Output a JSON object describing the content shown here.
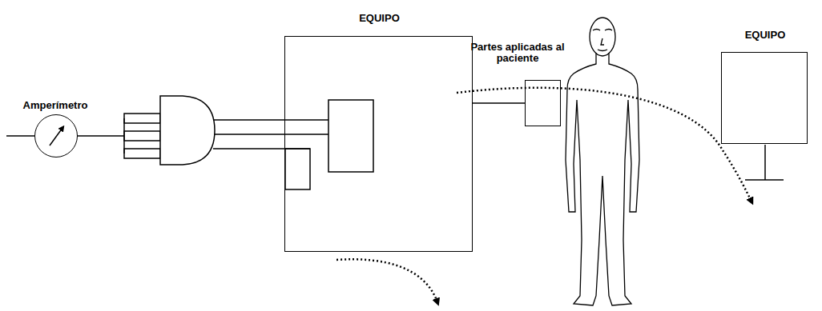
{
  "diagram": {
    "nodes": [
      {
        "text": [
          "EQUIPO"
        ]
      },
      {
        "text": [
          "Partes aplicadas al paciente"
        ]
      },
      {
        "text": [
          "EQUIPO"
        ]
      },
      {
        "text": [
          "Amperímetro"
        ]
      }
    ],
    "edges": [
      {
        "from": 0,
        "to": 1,
        "arrow": "none"
      }
    ]
  }
}
